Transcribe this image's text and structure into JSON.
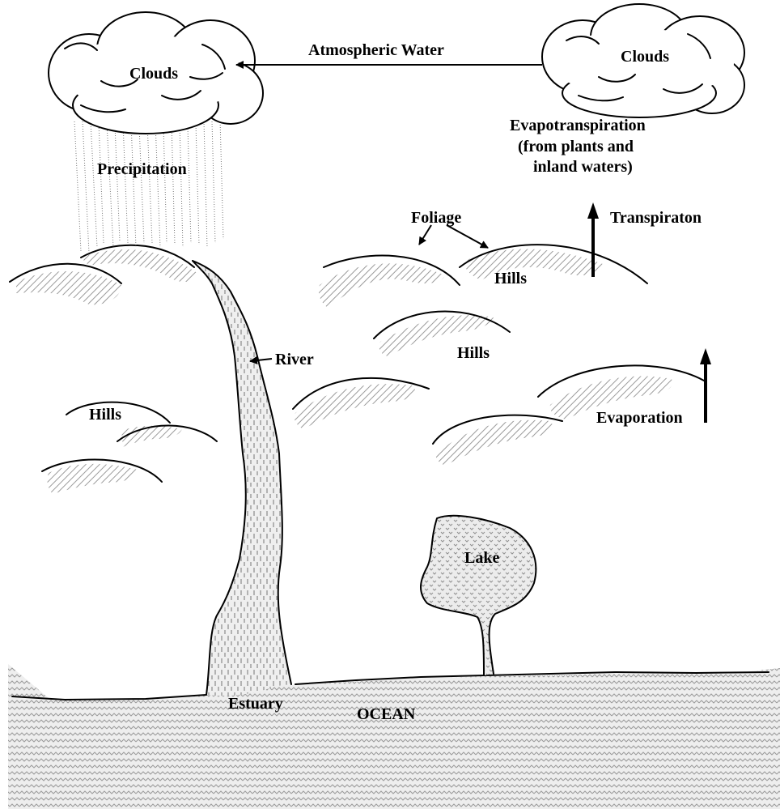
{
  "labels": {
    "clouds_left": "Clouds",
    "clouds_right": "Clouds",
    "atmospheric_water": "Atmospheric Water",
    "precipitation": "Precipitation",
    "evapotranspiration_1": "Evapotranspiration",
    "evapotranspiration_2": "(from plants and",
    "evapotranspiration_3": "inland waters)",
    "foliage": "Foliage",
    "transpiration": "Transpiraton",
    "hills_top": "Hills",
    "hills_middle": "Hills",
    "hills_left": "Hills",
    "river": "River",
    "evaporation": "Evaporation",
    "lake": "Lake",
    "estuary": "Estuary",
    "ocean": "OCEAN"
  }
}
